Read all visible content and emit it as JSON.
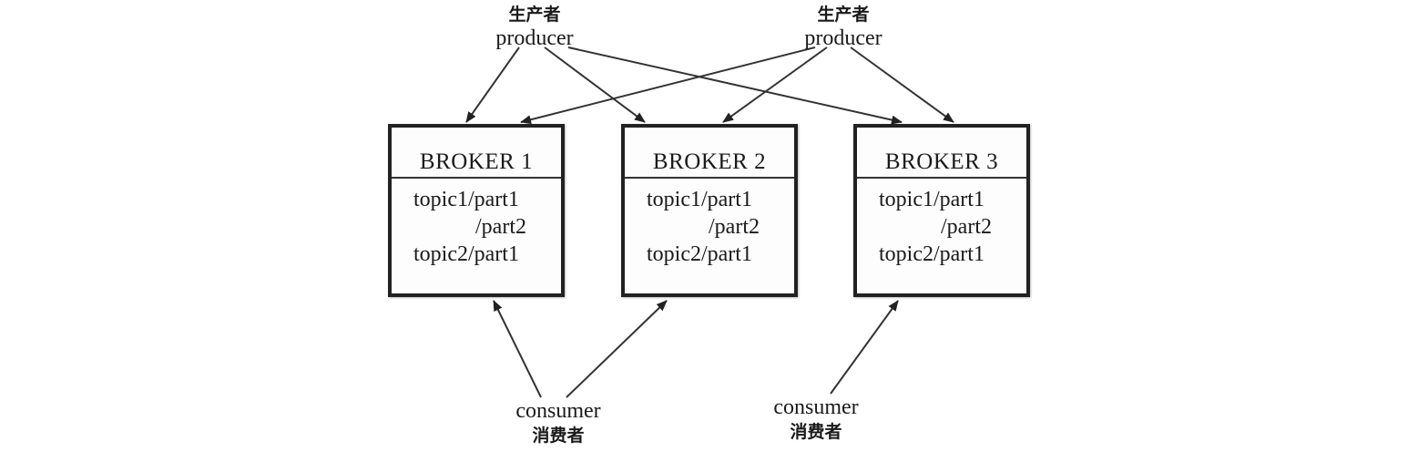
{
  "producers": [
    {
      "zh": "生产者",
      "en": "producer"
    },
    {
      "zh": "生产者",
      "en": "producer"
    }
  ],
  "brokers": [
    {
      "title": "BROKER 1",
      "lines": [
        "topic1/part1",
        "/part2",
        "topic2/part1"
      ]
    },
    {
      "title": "BROKER 2",
      "lines": [
        "topic1/part1",
        "/part2",
        "topic2/part1"
      ]
    },
    {
      "title": "BROKER 3",
      "lines": [
        "topic1/part1",
        "/part2",
        "topic2/part1"
      ]
    }
  ],
  "consumers": [
    {
      "en": "consumer",
      "zh": "消费者"
    },
    {
      "en": "consumer",
      "zh": "消费者"
    }
  ]
}
